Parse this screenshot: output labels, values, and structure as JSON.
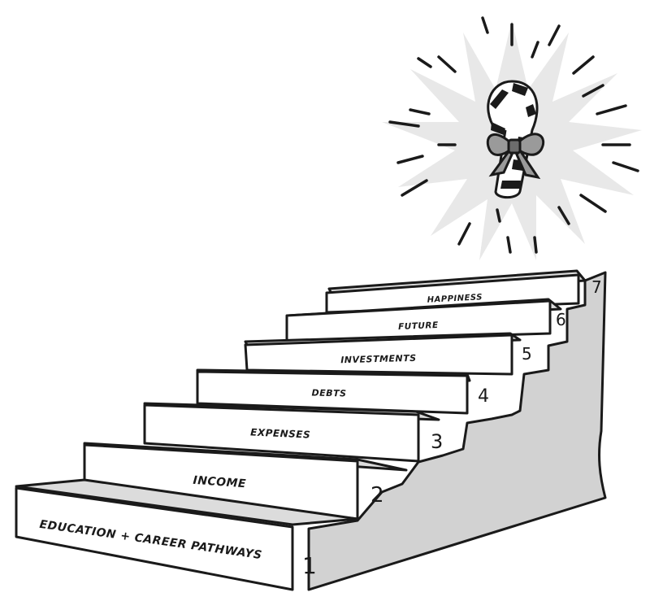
{
  "steps": [
    {
      "number": "1",
      "label": "EDUCATION + CAREER PATHWAYS"
    },
    {
      "number": "2",
      "label": "INCOME"
    },
    {
      "number": "3",
      "label": "EXPENSES"
    },
    {
      "number": "4",
      "label": "DEBTS"
    },
    {
      "number": "5",
      "label": "INVESTMENTS"
    },
    {
      "number": "6",
      "label": "FUTURE"
    },
    {
      "number": "7",
      "label": "HAPPINESS"
    }
  ],
  "reward_icon": "candy-cane-with-bow-icon",
  "colors": {
    "outline": "#1a1a1a",
    "riser": "#ffffff",
    "tread": "#dcdcdc",
    "side_wall": "#d2d2d2",
    "burst": "#e8e8e8"
  }
}
